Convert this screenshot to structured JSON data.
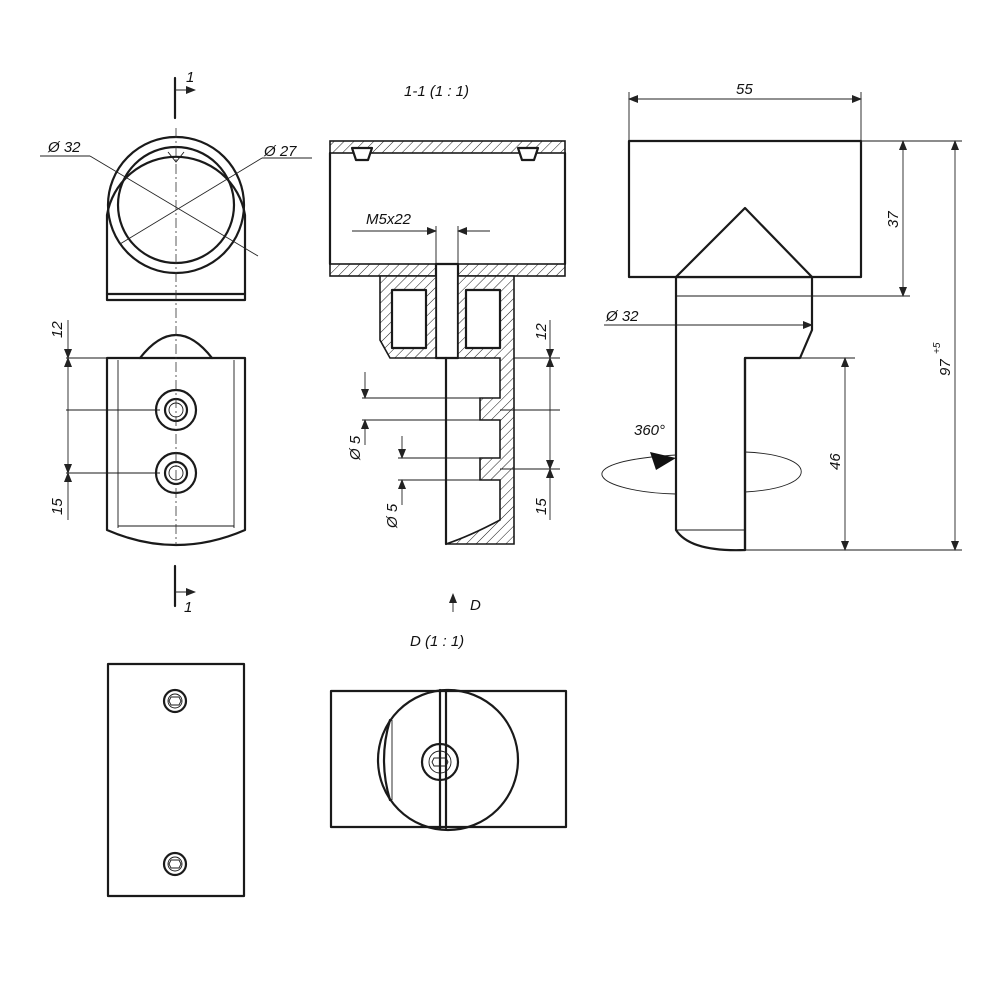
{
  "section_marks": {
    "top": "1",
    "bottom": "1"
  },
  "front_view": {
    "dia_outer": "Ø 32",
    "dia_inner": "Ø 27",
    "dim_12": "12",
    "dim_15": "15"
  },
  "section_view": {
    "title": "1-1 (1 : 1)",
    "thread": "M5x22",
    "dia_hole_1": "Ø 5",
    "dia_hole_2": "Ø 5",
    "dim_12": "12",
    "dim_15": "15"
  },
  "side_view": {
    "width": "55",
    "top_height": "37",
    "dia": "Ø 32",
    "total_height": "97",
    "tolerance": "+5",
    "arm_height": "46",
    "rotation": "360°"
  },
  "view_d": {
    "arrow_label": "D",
    "title": "D (1 : 1)"
  }
}
